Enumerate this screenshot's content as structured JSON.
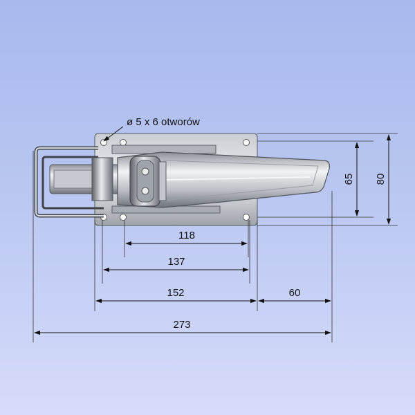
{
  "annotation": {
    "holes_label": "ø 5 x 6 otworów"
  },
  "dimensions": {
    "d118": "118",
    "d137": "137",
    "d152": "152",
    "d60": "60",
    "d273": "273",
    "d65": "65",
    "d80": "80"
  },
  "colors": {
    "background_top": "#a8b9ee",
    "background_bottom": "#d6dcfa",
    "metal_light": "#e4e6ea",
    "metal_dark": "#6f747c",
    "dimension_line": "#111111"
  }
}
